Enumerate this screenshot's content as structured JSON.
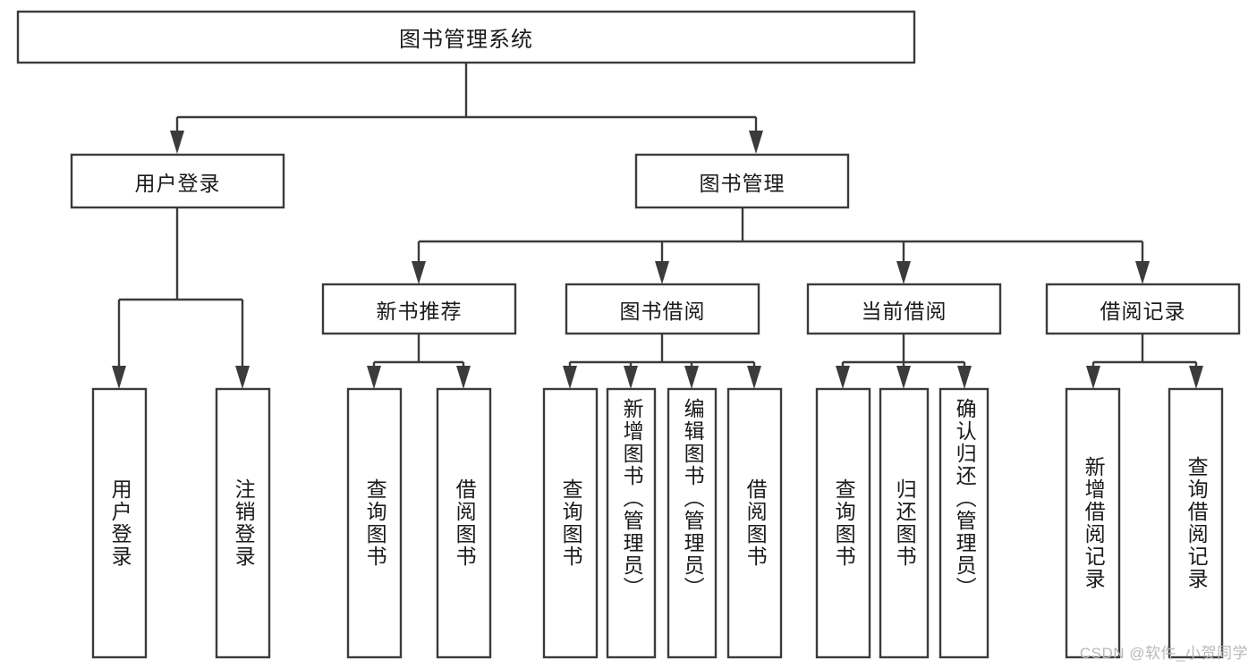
{
  "diagram": {
    "type": "tree",
    "title": "图书管理系统",
    "root": {
      "id": "root",
      "label": "图书管理系统",
      "orientation": "horizontal"
    },
    "level2": [
      {
        "id": "user-login",
        "label": "用户登录",
        "orientation": "horizontal"
      },
      {
        "id": "book-management",
        "label": "图书管理",
        "orientation": "horizontal"
      }
    ],
    "level3": [
      {
        "id": "new-book-recommend",
        "label": "新书推荐",
        "orientation": "horizontal"
      },
      {
        "id": "book-borrow",
        "label": "图书借阅",
        "orientation": "horizontal"
      },
      {
        "id": "current-borrow",
        "label": "当前借阅",
        "orientation": "horizontal"
      },
      {
        "id": "borrow-record",
        "label": "借阅记录",
        "orientation": "horizontal"
      }
    ],
    "leaves": {
      "user_login_children": [
        {
          "id": "leaf-user-login",
          "label": "用户登录",
          "orientation": "vertical"
        },
        {
          "id": "leaf-logout",
          "label": "注销登录",
          "orientation": "vertical"
        }
      ],
      "new_book_recommend_children": [
        {
          "id": "leaf-query-book-1",
          "label": "查询图书",
          "orientation": "vertical"
        },
        {
          "id": "leaf-borrow-book-1",
          "label": "借阅图书",
          "orientation": "vertical"
        }
      ],
      "book_borrow_children": [
        {
          "id": "leaf-query-book-2",
          "label": "查询图书",
          "orientation": "vertical"
        },
        {
          "id": "leaf-add-book",
          "label": "新增图书（管理员）",
          "orientation": "vertical"
        },
        {
          "id": "leaf-edit-book",
          "label": "编辑图书（管理员）",
          "orientation": "vertical"
        },
        {
          "id": "leaf-borrow-book-2",
          "label": "借阅图书",
          "orientation": "vertical"
        }
      ],
      "current_borrow_children": [
        {
          "id": "leaf-query-book-3",
          "label": "查询图书",
          "orientation": "vertical"
        },
        {
          "id": "leaf-return-book",
          "label": "归还图书",
          "orientation": "vertical"
        },
        {
          "id": "leaf-confirm-return",
          "label": "确认归还（管理员）",
          "orientation": "vertical"
        }
      ],
      "borrow_record_children": [
        {
          "id": "leaf-add-borrow-record",
          "label": "新增借阅记录",
          "orientation": "vertical"
        },
        {
          "id": "leaf-query-borrow-record",
          "label": "查询借阅记录",
          "orientation": "vertical"
        }
      ]
    },
    "colors": {
      "box_stroke": "#3b3b3b",
      "box_fill": "#ffffff",
      "text": "#1a1a1a",
      "connector": "#3b3b3b",
      "watermark": "#b9b9b9",
      "background": "#ffffff"
    }
  },
  "watermark": {
    "text": "CSDN @软件_小贺同学"
  }
}
